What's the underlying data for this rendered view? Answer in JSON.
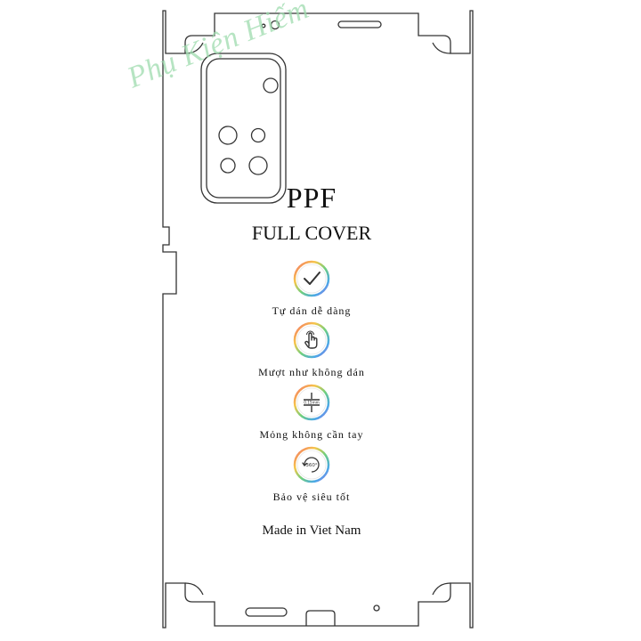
{
  "watermark": "Phụ Kiện Hiếm",
  "product": {
    "title": "PPF",
    "subtitle": "FULL COVER"
  },
  "features": [
    {
      "icon": "checkmark-icon",
      "label": "Tự dán dễ dàng"
    },
    {
      "icon": "touch-hand-icon",
      "label": "Mượt như không dán"
    },
    {
      "icon": "thickness-icon",
      "icon_text": "0.15mm",
      "label": "Mỏng không cần tay"
    },
    {
      "icon": "rotate-360-icon",
      "icon_text": "360°",
      "label": "Bảo vệ siêu tốt"
    }
  ],
  "origin": "Made in Viet Nam",
  "colors": {
    "watermark": "#9edcae",
    "line": "#333333",
    "ring_gradient": [
      "#f26a6a",
      "#f7c64b",
      "#6fcf7c",
      "#4aa8e8",
      "#a06ae0"
    ]
  }
}
